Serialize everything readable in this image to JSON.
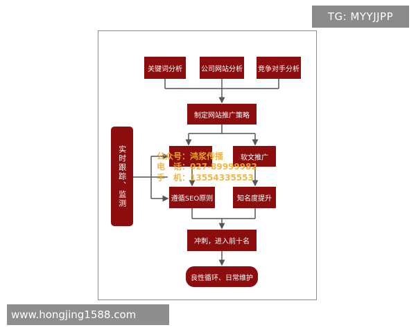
{
  "tags": {
    "top_right": "TG: MYYJJPP",
    "bottom_left": "www.hongjing1588.com"
  },
  "flow": {
    "row1": [
      "关键词分析",
      "公司网站分析",
      "竞争对手分析"
    ],
    "strategy": "制定网站推广策略",
    "left_upper": "",
    "right_upper": "软文推广",
    "left_lower": "遵循SEO原则",
    "right_lower": "知名度提升",
    "rush": "冲刺，进入前十名",
    "cycle": "良性循环、日常维护",
    "side": "实时跟踪、监测"
  },
  "watermark": {
    "line1": "公众号：鸿浆传播",
    "line2": "电　话：027-89999982",
    "line3": "手　机：13554335553"
  },
  "colors": {
    "box": "#8c0d0d",
    "line": "#555555",
    "watermark": "#f0b030"
  }
}
